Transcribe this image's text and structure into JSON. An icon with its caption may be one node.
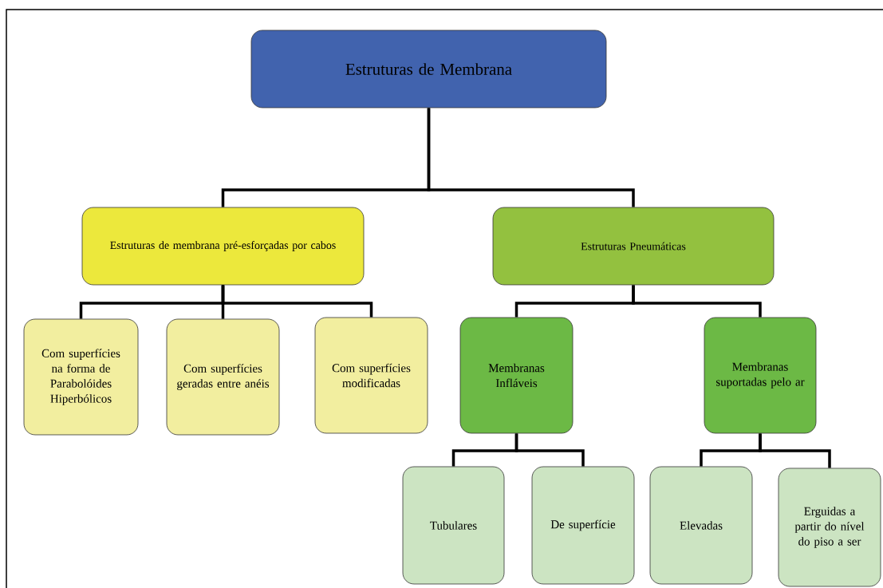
{
  "diagram": {
    "nodes": [
      {
        "text": [
          "Estruturas de Membrana"
        ]
      },
      {
        "text": [
          "Estruturas de membrana pré-esforçadas por cabos"
        ]
      },
      {
        "text": [
          "Estruturas Pneumáticas"
        ]
      },
      {
        "text": [
          "Com superfícies na forma de Parabolóides Hiperbólicos"
        ]
      },
      {
        "text": [
          "Com superfícies geradas entre anéis"
        ]
      },
      {
        "text": [
          "Com superfícies modificadas"
        ]
      },
      {
        "text": [
          "Membranas Infláveis"
        ]
      },
      {
        "text": [
          "Membranas suportadas pelo ar"
        ]
      },
      {
        "text": [
          "Tubulares"
        ]
      },
      {
        "text": [
          "De superfície"
        ]
      },
      {
        "text": [
          "Elevadas"
        ]
      },
      {
        "text": [
          "Erguidas a partir do nível do piso a ser"
        ]
      }
    ],
    "edges": [
      {
        "from": 0,
        "to": 1,
        "arrow": "none"
      },
      {
        "from": 0,
        "to": 2,
        "arrow": "none"
      },
      {
        "from": 1,
        "to": 3,
        "arrow": "none"
      },
      {
        "from": 1,
        "to": 4,
        "arrow": "none"
      },
      {
        "from": 1,
        "to": 5,
        "arrow": "none"
      },
      {
        "from": 2,
        "to": 6,
        "arrow": "none"
      },
      {
        "from": 2,
        "to": 7,
        "arrow": "none"
      },
      {
        "from": 6,
        "to": 8,
        "arrow": "none"
      },
      {
        "from": 6,
        "to": 9,
        "arrow": "none"
      },
      {
        "from": 7,
        "to": 10,
        "arrow": "none"
      },
      {
        "from": 7,
        "to": 11,
        "arrow": "none"
      }
    ]
  }
}
